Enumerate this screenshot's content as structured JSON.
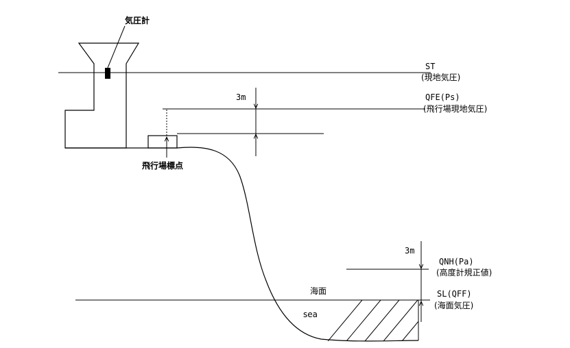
{
  "labels": {
    "barometer": "気圧計",
    "reference_point": "飛行場標点",
    "sea_surface": "海面",
    "sea": "sea",
    "st_code": "ST",
    "st_desc": "(現地気圧)",
    "qfe_code": "QFE(Ps)",
    "qfe_desc": "(飛行場現地気圧)",
    "qnh_code": "QNH(Pa)",
    "qnh_desc": "(高度計規正値)",
    "sl_code": "SL(QFF)",
    "sl_desc": "(海面気圧)",
    "offset_upper": "3m",
    "offset_lower": "3m"
  },
  "colors": {
    "line": "#000000",
    "background": "#ffffff"
  }
}
